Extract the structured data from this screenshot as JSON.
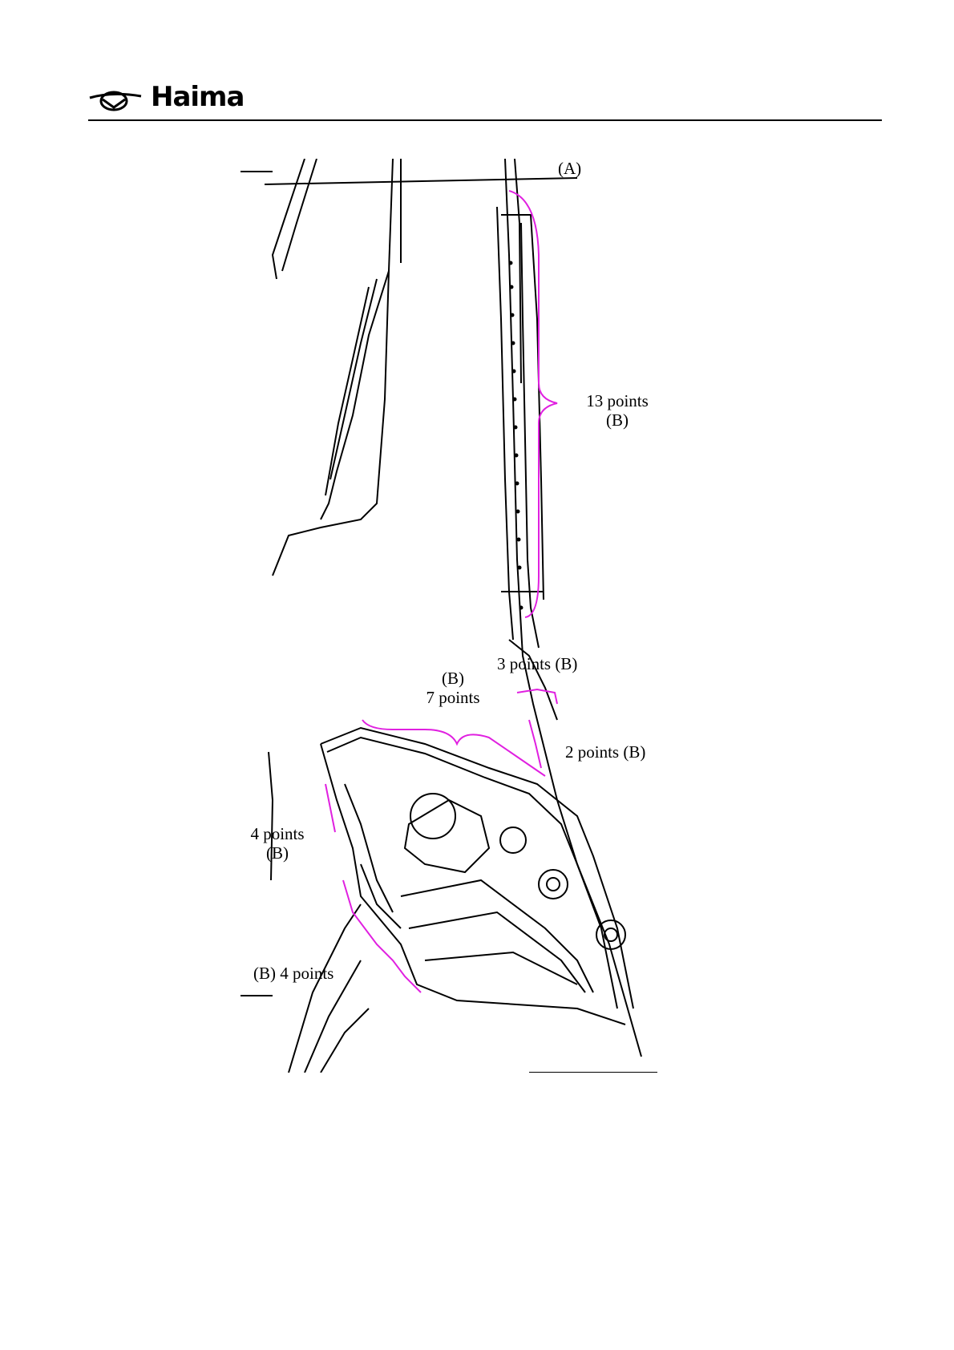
{
  "header": {
    "brand": "Haima",
    "logo_icon": "haima-wing-logo-icon"
  },
  "figure": {
    "labels": {
      "a": "(A)",
      "top_count": "13 points",
      "top_ref": "(B)",
      "mid_ref": "(B)",
      "mid_count": "7 points",
      "three": "3 points (B)",
      "two": "2 points (B)",
      "left_count": "4 points",
      "left_ref": "(B)",
      "bottom": "(B) 4 points"
    },
    "colors": {
      "outline": "#000000",
      "bracket": "#e020e0"
    }
  }
}
